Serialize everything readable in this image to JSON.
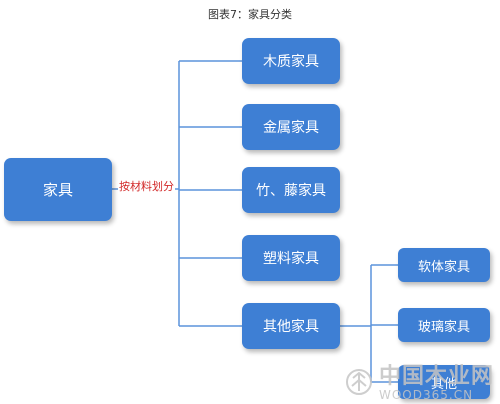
{
  "title": "图表7：家具分类",
  "root": {
    "label": "家具"
  },
  "edge_label": "按材料划分",
  "level1": [
    {
      "label": "木质家具"
    },
    {
      "label": "金属家具"
    },
    {
      "label": "竹、藤家具"
    },
    {
      "label": "塑料家具"
    },
    {
      "label": "其他家具"
    }
  ],
  "level2": [
    {
      "label": "软体家具"
    },
    {
      "label": "玻璃家具"
    },
    {
      "label": "其他"
    }
  ],
  "watermark": {
    "cn": "中国木业网",
    "en": "WOOD365.CN"
  },
  "colors": {
    "node": "#3e7fd4",
    "connector": "#5b93dc",
    "edge_label": "#d22a2a"
  }
}
